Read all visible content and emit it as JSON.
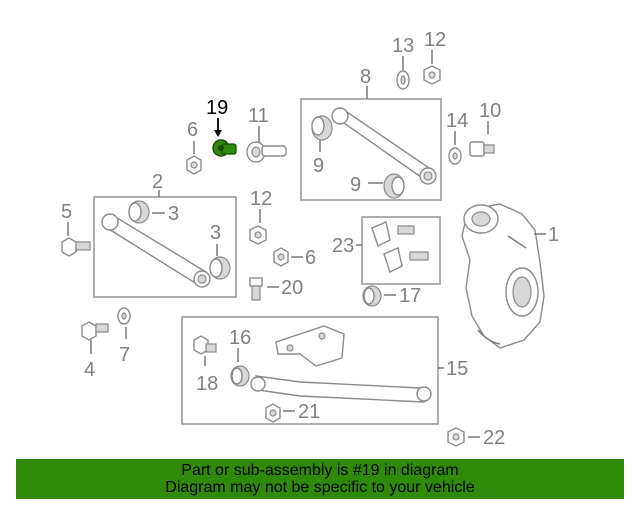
{
  "callouts": {
    "c1": "1",
    "c2": "2",
    "c3a": "3",
    "c3b": "3",
    "c4": "4",
    "c5": "5",
    "c6a": "6",
    "c6b": "6",
    "c7": "7",
    "c8": "8",
    "c9a": "9",
    "c9b": "9",
    "c10": "10",
    "c11": "11",
    "c12a": "12",
    "c12b": "12",
    "c13": "13",
    "c14": "14",
    "c15": "15",
    "c16": "16",
    "c17": "17",
    "c18": "18",
    "c19": "19",
    "c20": "20",
    "c21": "21",
    "c22": "22",
    "c23": "23"
  },
  "highlight": {
    "part_number": "19",
    "color": "#2f8a0a"
  },
  "banner": {
    "line1": "Part or sub-assembly is #19 in diagram",
    "line2": "Diagram may not be specific to your vehicle",
    "background": "#2f8a0a"
  }
}
